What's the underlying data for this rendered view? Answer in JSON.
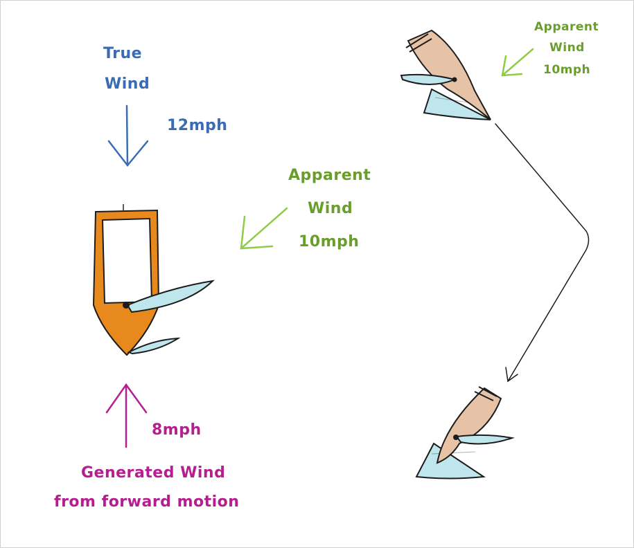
{
  "true_wind": {
    "title_line1": "True",
    "title_line2": "Wind",
    "speed": "12mph"
  },
  "apparent_wind_main": {
    "title_line1": "Apparent",
    "title_line2": "Wind",
    "speed": "10mph"
  },
  "apparent_wind_small": {
    "title_line1": "Apparent",
    "title_line2": "Wind",
    "speed": "10mph"
  },
  "generated_wind": {
    "speed": "8mph",
    "line1": "Generated Wind",
    "line2": "from forward motion"
  },
  "colors": {
    "true_wind": "#3a6bb5",
    "apparent_wind": "#6a9e2c",
    "apparent_arrow": "#8fcc45",
    "generated_wind": "#b51e8f",
    "hull_main": "#e8891e",
    "hull_small": "#e6c3a6",
    "sail": "#bfe6ec"
  }
}
